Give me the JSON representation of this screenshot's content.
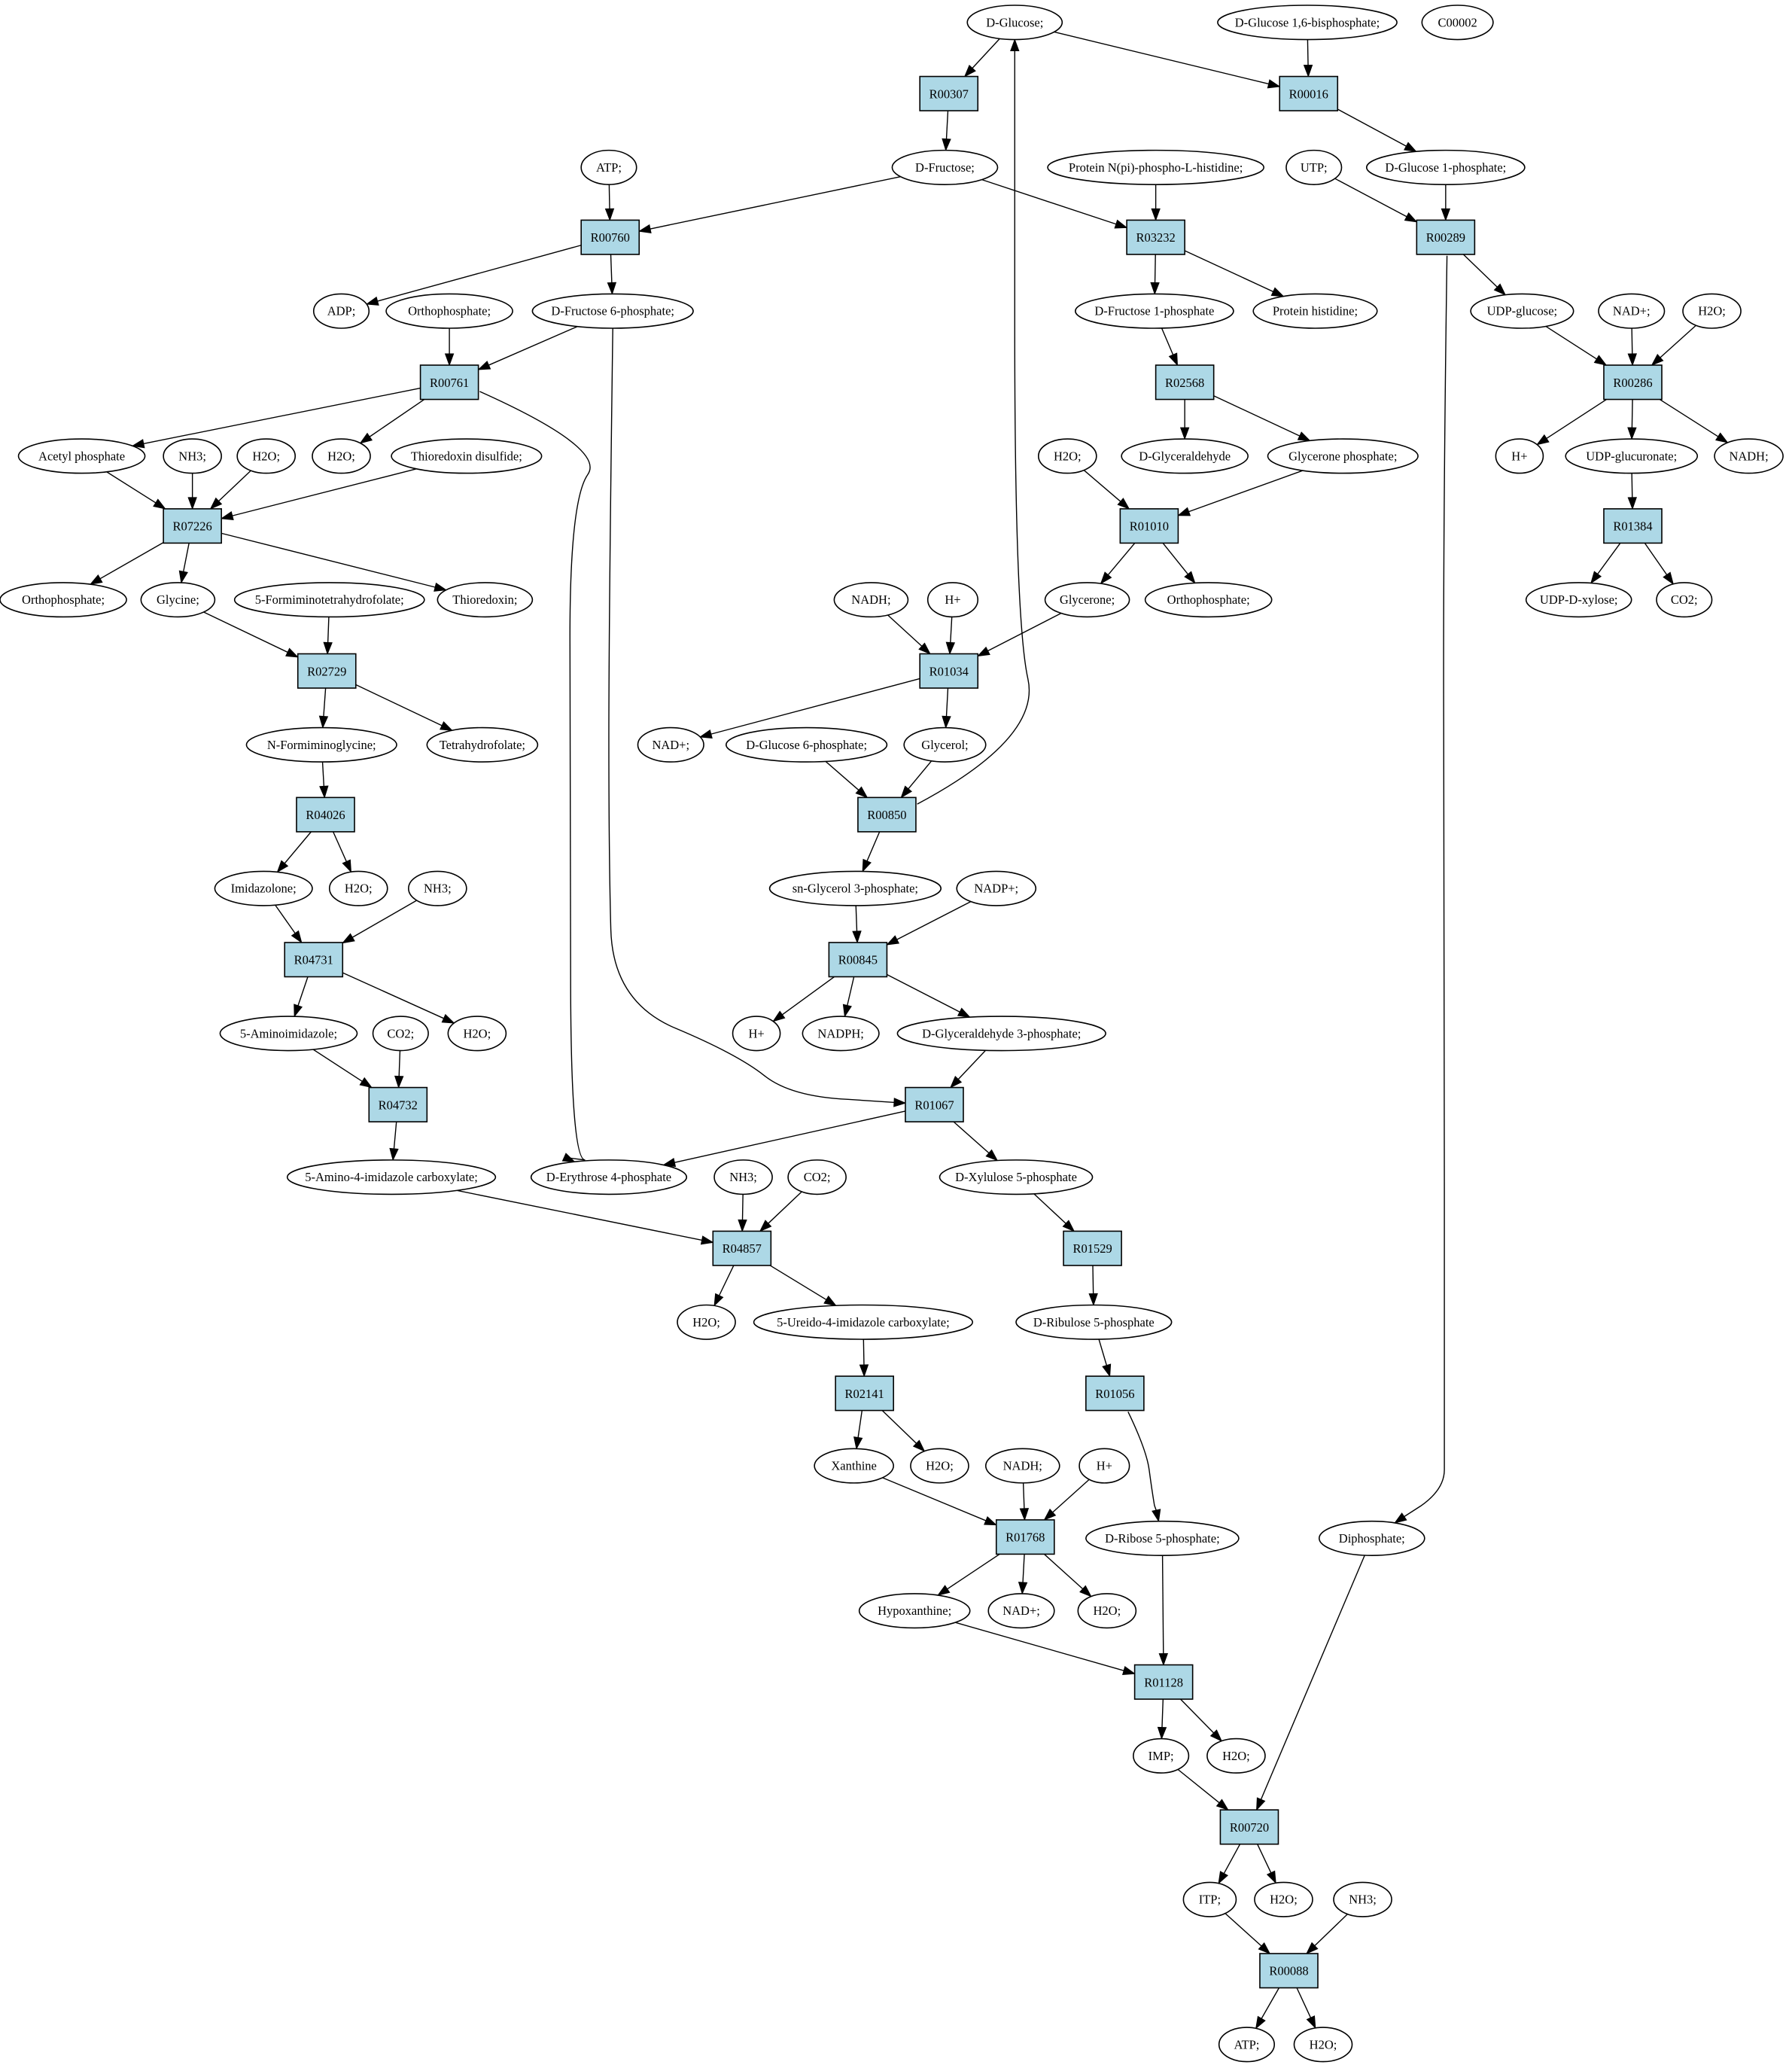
{
  "colors": {
    "reaction_fill": "#add8e6",
    "compound_fill": "#ffffff",
    "highlight_start": "#00ff00",
    "highlight_query": "#ffff00",
    "stroke": "#000000"
  },
  "compounds": [
    {
      "id": "glc",
      "label": "D-Glucose;",
      "highlight": "start"
    },
    {
      "id": "glc16bp",
      "label": "D-Glucose 1,6-bisphosphate;"
    },
    {
      "id": "c00002",
      "label": "C00002",
      "highlight": "query"
    },
    {
      "id": "fru",
      "label": "D-Fructose;"
    },
    {
      "id": "atp1",
      "label": "ATP;"
    },
    {
      "id": "protnphis",
      "label": "Protein N(pi)-phospho-L-histidine;"
    },
    {
      "id": "utp",
      "label": "UTP;"
    },
    {
      "id": "g1p",
      "label": "D-Glucose 1-phosphate;"
    },
    {
      "id": "adp",
      "label": "ADP;"
    },
    {
      "id": "pi1",
      "label": "Orthophosphate;"
    },
    {
      "id": "f6p",
      "label": "D-Fructose 6-phosphate;"
    },
    {
      "id": "f1p",
      "label": "D-Fructose 1-phosphate"
    },
    {
      "id": "prothis",
      "label": "Protein histidine;"
    },
    {
      "id": "udpglc",
      "label": "UDP-glucose;"
    },
    {
      "id": "nadp1",
      "label": "NAD+;"
    },
    {
      "id": "h2o_r286",
      "label": "H2O;"
    },
    {
      "id": "acp",
      "label": "Acetyl phosphate"
    },
    {
      "id": "nh3_1",
      "label": "NH3;"
    },
    {
      "id": "h2o_a",
      "label": "H2O;"
    },
    {
      "id": "h2o_b",
      "label": "H2O;"
    },
    {
      "id": "trxss",
      "label": "Thioredoxin disulfide;"
    },
    {
      "id": "h2o_c",
      "label": "H2O;"
    },
    {
      "id": "gald",
      "label": "D-Glyceraldehyde"
    },
    {
      "id": "dhap",
      "label": "Glycerone phosphate;"
    },
    {
      "id": "hplus1",
      "label": "H+"
    },
    {
      "id": "udpgca",
      "label": "UDP-glucuronate;"
    },
    {
      "id": "nadh1",
      "label": "NADH;"
    },
    {
      "id": "pi2",
      "label": "Orthophosphate;"
    },
    {
      "id": "gly",
      "label": "Glycine;"
    },
    {
      "id": "fithf",
      "label": "5-Formiminotetrahydrofolate;"
    },
    {
      "id": "trx",
      "label": "Thioredoxin;"
    },
    {
      "id": "nadh2",
      "label": "NADH;"
    },
    {
      "id": "hplus2",
      "label": "H+"
    },
    {
      "id": "glycerone",
      "label": "Glycerone;"
    },
    {
      "id": "pi3",
      "label": "Orthophosphate;"
    },
    {
      "id": "udpxyl",
      "label": "UDP-D-xylose;"
    },
    {
      "id": "co2_1",
      "label": "CO2;"
    },
    {
      "id": "figly",
      "label": "N-Formiminoglycine;"
    },
    {
      "id": "thf",
      "label": "Tetrahydrofolate;"
    },
    {
      "id": "nadp2",
      "label": "NAD+;"
    },
    {
      "id": "g6p",
      "label": "D-Glucose 6-phosphate;"
    },
    {
      "id": "glycerol",
      "label": "Glycerol;"
    },
    {
      "id": "imidazolone",
      "label": "Imidazolone;"
    },
    {
      "id": "h2o_d",
      "label": "H2O;"
    },
    {
      "id": "nh3_2",
      "label": "NH3;"
    },
    {
      "id": "g3p",
      "label": "sn-Glycerol 3-phosphate;"
    },
    {
      "id": "nadpplus",
      "label": "NADP+;"
    },
    {
      "id": "aim",
      "label": "5-Aminoimidazole;"
    },
    {
      "id": "co2_2",
      "label": "CO2;"
    },
    {
      "id": "h2o_e",
      "label": "H2O;"
    },
    {
      "id": "hplus3",
      "label": "H+"
    },
    {
      "id": "nadph",
      "label": "NADPH;"
    },
    {
      "id": "ga3p",
      "label": "D-Glyceraldehyde 3-phosphate;"
    },
    {
      "id": "aicarb",
      "label": "5-Amino-4-imidazole carboxylate;"
    },
    {
      "id": "e4p",
      "label": "D-Erythrose 4-phosphate"
    },
    {
      "id": "nh3_3",
      "label": "NH3;"
    },
    {
      "id": "co2_3",
      "label": "CO2;"
    },
    {
      "id": "xu5p",
      "label": "D-Xylulose 5-phosphate"
    },
    {
      "id": "h2o_f",
      "label": "H2O;"
    },
    {
      "id": "uicarb",
      "label": "5-Ureido-4-imidazole carboxylate;"
    },
    {
      "id": "ru5p",
      "label": "D-Ribulose 5-phosphate"
    },
    {
      "id": "xanthine",
      "label": "Xanthine"
    },
    {
      "id": "h2o_g",
      "label": "H2O;"
    },
    {
      "id": "nadh3",
      "label": "NADH;"
    },
    {
      "id": "hplus4",
      "label": "H+"
    },
    {
      "id": "r5p",
      "label": "D-Ribose 5-phosphate;"
    },
    {
      "id": "ppi",
      "label": "Diphosphate;"
    },
    {
      "id": "hypox",
      "label": "Hypoxanthine;"
    },
    {
      "id": "nadp3",
      "label": "NAD+;"
    },
    {
      "id": "h2o_h",
      "label": "H2O;"
    },
    {
      "id": "imp",
      "label": "IMP;"
    },
    {
      "id": "h2o_i",
      "label": "H2O;"
    },
    {
      "id": "itp",
      "label": "ITP;"
    },
    {
      "id": "h2o_j",
      "label": "H2O;"
    },
    {
      "id": "nh3_4",
      "label": "NH3;"
    },
    {
      "id": "atp2",
      "label": "ATP;"
    },
    {
      "id": "h2o_k",
      "label": "H2O;"
    }
  ],
  "reactions": [
    {
      "id": "R00307",
      "label": "R00307"
    },
    {
      "id": "R00016",
      "label": "R00016"
    },
    {
      "id": "R00760",
      "label": "R00760"
    },
    {
      "id": "R03232",
      "label": "R03232"
    },
    {
      "id": "R00289",
      "label": "R00289"
    },
    {
      "id": "R00761",
      "label": "R00761"
    },
    {
      "id": "R02568",
      "label": "R02568"
    },
    {
      "id": "R00286",
      "label": "R00286"
    },
    {
      "id": "R07226",
      "label": "R07226"
    },
    {
      "id": "R01010",
      "label": "R01010"
    },
    {
      "id": "R01384",
      "label": "R01384"
    },
    {
      "id": "R02729",
      "label": "R02729"
    },
    {
      "id": "R01034",
      "label": "R01034"
    },
    {
      "id": "R04026",
      "label": "R04026"
    },
    {
      "id": "R00850",
      "label": "R00850"
    },
    {
      "id": "R04731",
      "label": "R04731"
    },
    {
      "id": "R00845",
      "label": "R00845"
    },
    {
      "id": "R04732",
      "label": "R04732"
    },
    {
      "id": "R01067",
      "label": "R01067"
    },
    {
      "id": "R04857",
      "label": "R04857"
    },
    {
      "id": "R01529",
      "label": "R01529"
    },
    {
      "id": "R02141",
      "label": "R02141"
    },
    {
      "id": "R01056",
      "label": "R01056"
    },
    {
      "id": "R01768",
      "label": "R01768"
    },
    {
      "id": "R01128",
      "label": "R01128"
    },
    {
      "id": "R00720",
      "label": "R00720"
    },
    {
      "id": "R00088",
      "label": "R00088"
    }
  ],
  "edges": [
    [
      "glc",
      "R00307"
    ],
    [
      "glc",
      "R00016"
    ],
    [
      "glc16bp",
      "R00016"
    ],
    [
      "R00307",
      "fru"
    ],
    [
      "R00016",
      "g1p"
    ],
    [
      "atp1",
      "R00760"
    ],
    [
      "fru",
      "R00760"
    ],
    [
      "fru",
      "R03232"
    ],
    [
      "protnphis",
      "R03232"
    ],
    [
      "utp",
      "R00289"
    ],
    [
      "g1p",
      "R00289"
    ],
    [
      "R00760",
      "adp"
    ],
    [
      "R00760",
      "f6p"
    ],
    [
      "R03232",
      "f1p"
    ],
    [
      "R03232",
      "prothis"
    ],
    [
      "R00289",
      "udpglc"
    ],
    [
      "R00289",
      "ppi"
    ],
    [
      "pi1",
      "R00761"
    ],
    [
      "f6p",
      "R00761"
    ],
    [
      "f6p",
      "R01067"
    ],
    [
      "f1p",
      "R02568"
    ],
    [
      "udpglc",
      "R00286"
    ],
    [
      "nadp1",
      "R00286"
    ],
    [
      "h2o_r286",
      "R00286"
    ],
    [
      "R00761",
      "acp"
    ],
    [
      "R00761",
      "h2o_c"
    ],
    [
      "R00761",
      "e4p"
    ],
    [
      "R02568",
      "gald"
    ],
    [
      "R02568",
      "dhap"
    ],
    [
      "R00286",
      "hplus1"
    ],
    [
      "R00286",
      "udpgca"
    ],
    [
      "R00286",
      "nadh1"
    ],
    [
      "acp",
      "R07226"
    ],
    [
      "nh3_1",
      "R07226"
    ],
    [
      "h2o_a",
      "R07226"
    ],
    [
      "trxss",
      "R07226"
    ],
    [
      "h2o_b",
      "R01010"
    ],
    [
      "dhap",
      "R01010"
    ],
    [
      "udpgca",
      "R01384"
    ],
    [
      "R07226",
      "pi2"
    ],
    [
      "R07226",
      "gly"
    ],
    [
      "R07226",
      "trx"
    ],
    [
      "R01010",
      "glycerone"
    ],
    [
      "R01010",
      "pi3"
    ],
    [
      "R01384",
      "udpxyl"
    ],
    [
      "R01384",
      "co2_1"
    ],
    [
      "gly",
      "R02729"
    ],
    [
      "fithf",
      "R02729"
    ],
    [
      "nadh2",
      "R01034"
    ],
    [
      "hplus2",
      "R01034"
    ],
    [
      "glycerone",
      "R01034"
    ],
    [
      "R02729",
      "figly"
    ],
    [
      "R02729",
      "thf"
    ],
    [
      "R01034",
      "nadp2"
    ],
    [
      "R01034",
      "glycerol"
    ],
    [
      "figly",
      "R04026"
    ],
    [
      "g6p",
      "R00850"
    ],
    [
      "glycerol",
      "R00850"
    ],
    [
      "R00850",
      "glc"
    ],
    [
      "R00850",
      "g3p"
    ],
    [
      "R04026",
      "imidazolone"
    ],
    [
      "R04026",
      "h2o_d"
    ],
    [
      "imidazolone",
      "R04731"
    ],
    [
      "nh3_2",
      "R04731"
    ],
    [
      "g3p",
      "R00845"
    ],
    [
      "nadpplus",
      "R00845"
    ],
    [
      "R04731",
      "aim"
    ],
    [
      "R04731",
      "h2o_e"
    ],
    [
      "R00845",
      "hplus3"
    ],
    [
      "R00845",
      "nadph"
    ],
    [
      "R00845",
      "ga3p"
    ],
    [
      "aim",
      "R04732"
    ],
    [
      "co2_2",
      "R04732"
    ],
    [
      "ga3p",
      "R01067"
    ],
    [
      "R04732",
      "aicarb"
    ],
    [
      "R01067",
      "e4p"
    ],
    [
      "R01067",
      "xu5p"
    ],
    [
      "aicarb",
      "R04857"
    ],
    [
      "nh3_3",
      "R04857"
    ],
    [
      "co2_3",
      "R04857"
    ],
    [
      "xu5p",
      "R01529"
    ],
    [
      "R04857",
      "h2o_f"
    ],
    [
      "R04857",
      "uicarb"
    ],
    [
      "R01529",
      "ru5p"
    ],
    [
      "uicarb",
      "R02141"
    ],
    [
      "ru5p",
      "R01056"
    ],
    [
      "R02141",
      "xanthine"
    ],
    [
      "R02141",
      "h2o_g"
    ],
    [
      "R01056",
      "r5p"
    ],
    [
      "xanthine",
      "R01768"
    ],
    [
      "nadh3",
      "R01768"
    ],
    [
      "hplus4",
      "R01768"
    ],
    [
      "R01768",
      "hypox"
    ],
    [
      "R01768",
      "nadp3"
    ],
    [
      "R01768",
      "h2o_h"
    ],
    [
      "hypox",
      "R01128"
    ],
    [
      "r5p",
      "R01128"
    ],
    [
      "R01128",
      "imp"
    ],
    [
      "R01128",
      "h2o_i"
    ],
    [
      "imp",
      "R00720"
    ],
    [
      "ppi",
      "R00720"
    ],
    [
      "R00720",
      "itp"
    ],
    [
      "R00720",
      "h2o_j"
    ],
    [
      "itp",
      "R00088"
    ],
    [
      "nh3_4",
      "R00088"
    ],
    [
      "R00088",
      "atp2"
    ],
    [
      "R00088",
      "h2o_k"
    ]
  ]
}
